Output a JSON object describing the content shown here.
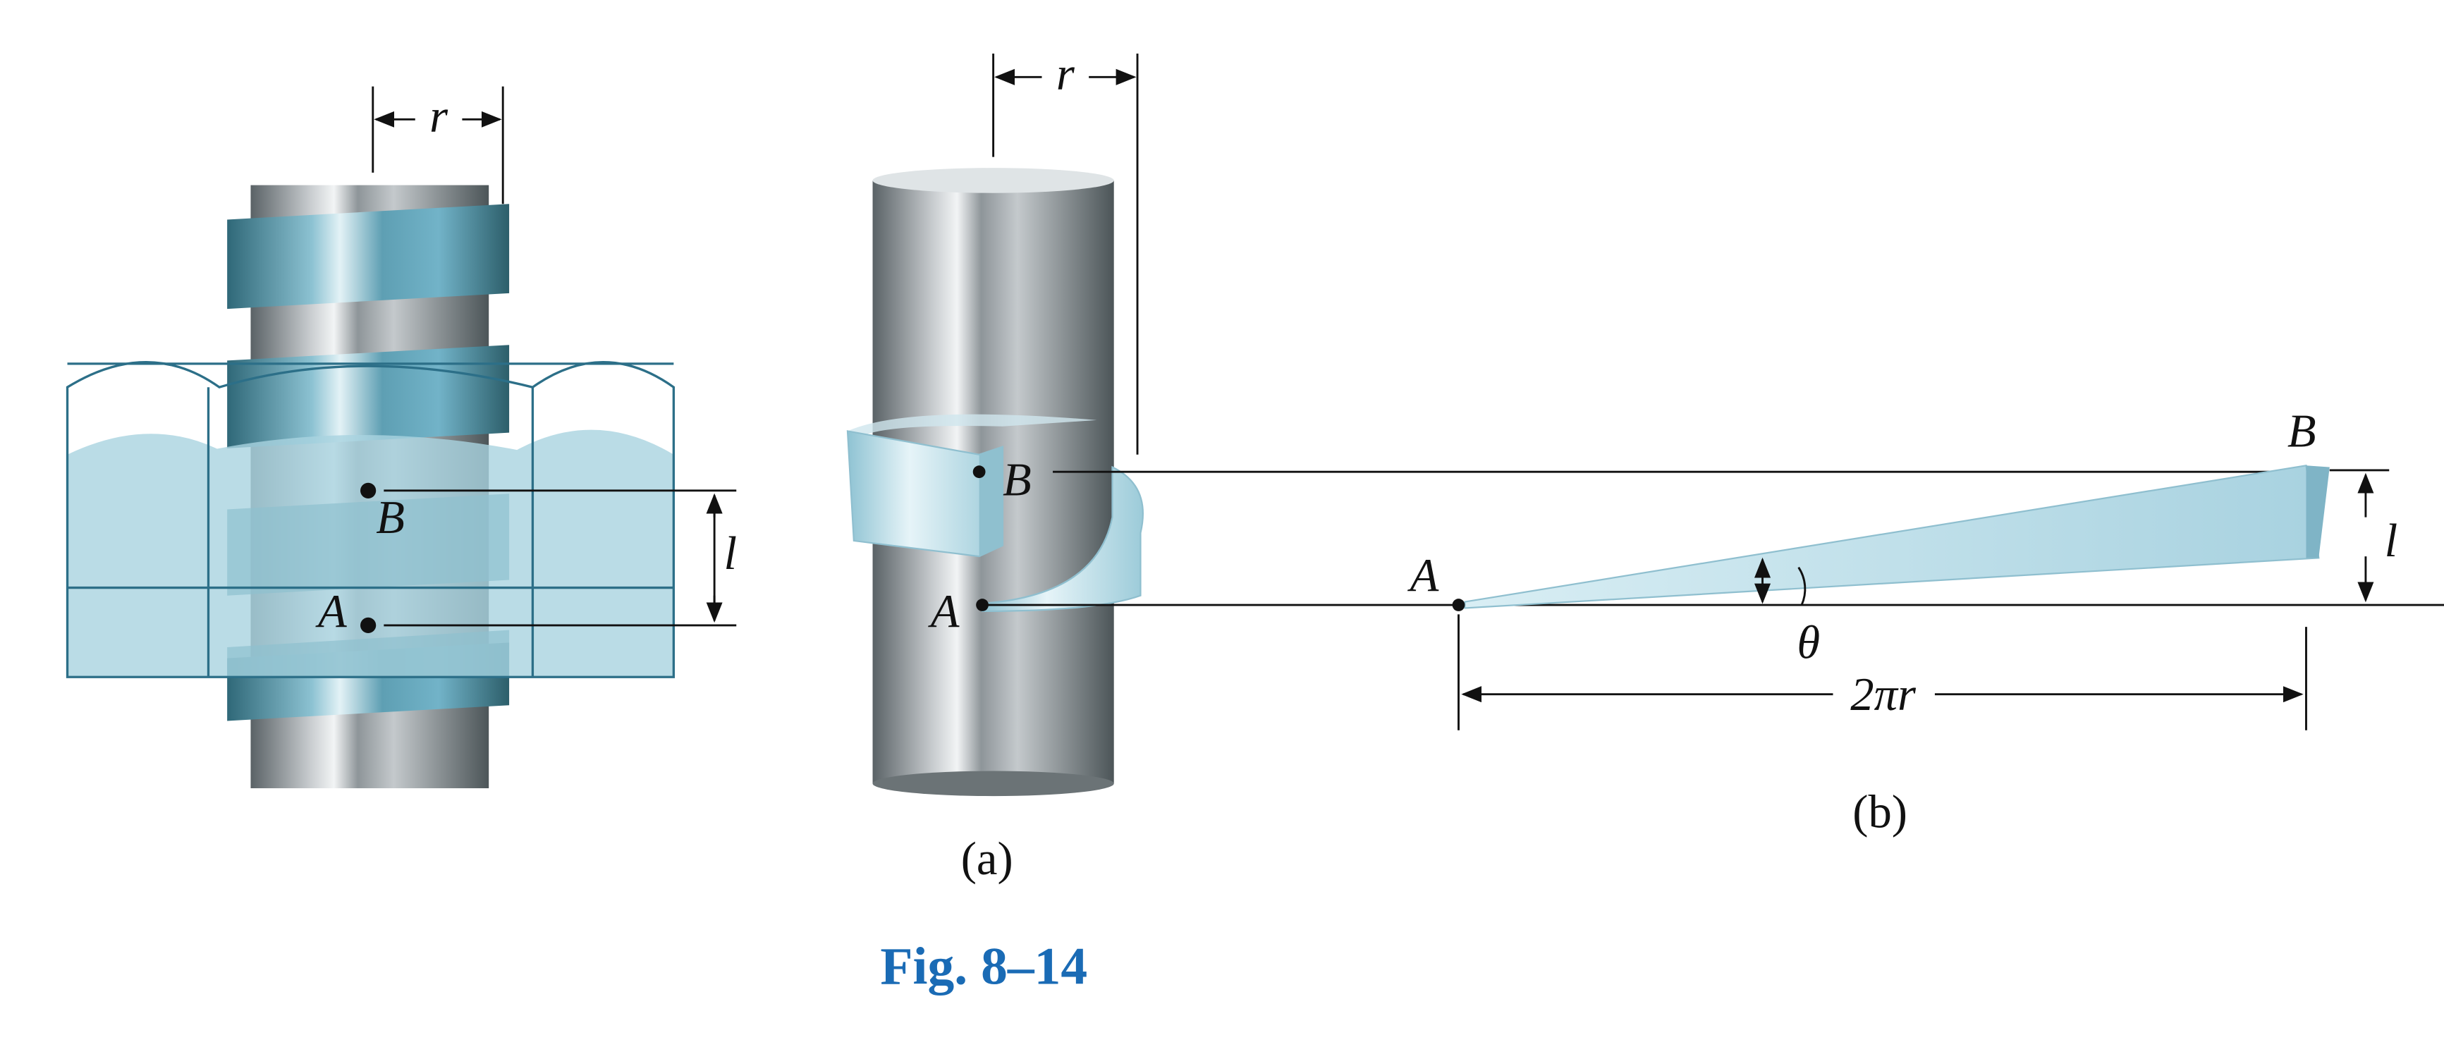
{
  "figure": {
    "caption": "Fig. 8–14",
    "caption_color": "#1a6bb5",
    "thread_color": "#5e9fb3",
    "nut_color": "#a9d3e0"
  },
  "left": {
    "r_label": "r",
    "l_label": "l",
    "A_label": "A",
    "B_label": "B"
  },
  "part_a": {
    "r_label": "r",
    "A_label": "A",
    "B_label": "B",
    "caption": "(a)"
  },
  "part_b": {
    "A_label": "A",
    "B_label": "B",
    "l_label": "l",
    "theta_label": "θ",
    "length_label": "2πr",
    "caption": "(b)"
  }
}
